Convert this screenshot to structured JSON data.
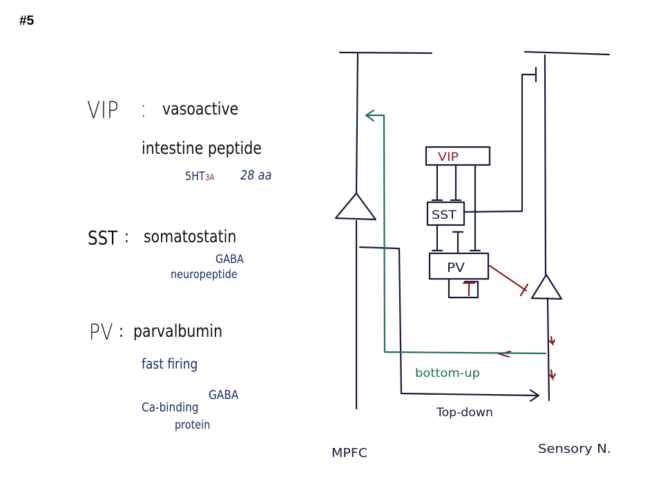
{
  "slide_number": "#5",
  "notes": {
    "vip": {
      "abbr": "VIP",
      "sep": ":",
      "name_line1": "vasoactive",
      "name_line2": "intestine peptide",
      "detail1_main": "5HT",
      "detail1_sub": "3A",
      "detail2": "28 aa"
    },
    "sst": {
      "abbr": "SST",
      "sep": ":",
      "name": "somatostatin",
      "detail1": "GABA",
      "detail2": "neuropeptide"
    },
    "pv": {
      "abbr": "PV",
      "sep": ":",
      "name": "parvalbumin",
      "detail1": "fast firing",
      "detail2": "GABA",
      "detail3_line1": "Ca-binding",
      "detail3_line2": "protein"
    }
  },
  "diagram": {
    "boxes": {
      "vip": "VIP",
      "sst": "SST",
      "pv": "PV"
    },
    "labels": {
      "bottom_up": "bottom-up",
      "top_down": "Top-down",
      "mpfc": "MPFC",
      "sensory": "Sensory N."
    },
    "colors": {
      "ink": "#151c3a",
      "teal": "#1f6b5e",
      "red": "#8a1c1c",
      "navy": "#1a2a66"
    }
  }
}
